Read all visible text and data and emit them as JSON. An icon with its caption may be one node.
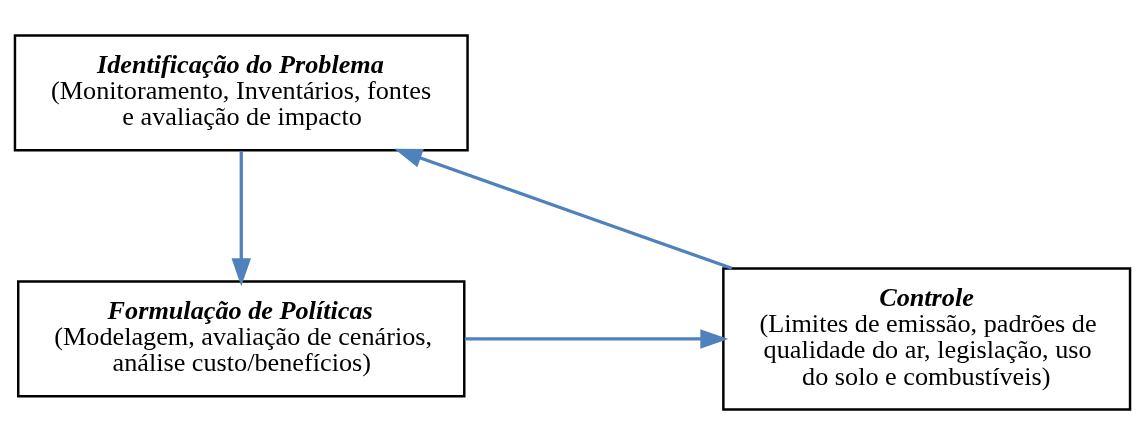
{
  "diagram": {
    "nodes": [
      {
        "text": [
          "Identificação do Problema",
          "(Monitoramento, Inventários, fontes e avaliação de impacto"
        ]
      },
      {
        "text": [
          "Formulação de Políticas",
          "(Modelagem, avaliação de cenários, análise custo/benefícios)"
        ]
      },
      {
        "text": [
          "Controle",
          "(Limites de emissão, padrões de qualidade do ar, legislação, uso do solo e combustíveis)"
        ]
      }
    ],
    "edges": [
      {
        "from": 0,
        "to": 1,
        "arrow": "to"
      },
      {
        "from": 1,
        "to": 2,
        "arrow": "to"
      },
      {
        "from": 2,
        "to": 0,
        "arrow": "to"
      }
    ]
  }
}
